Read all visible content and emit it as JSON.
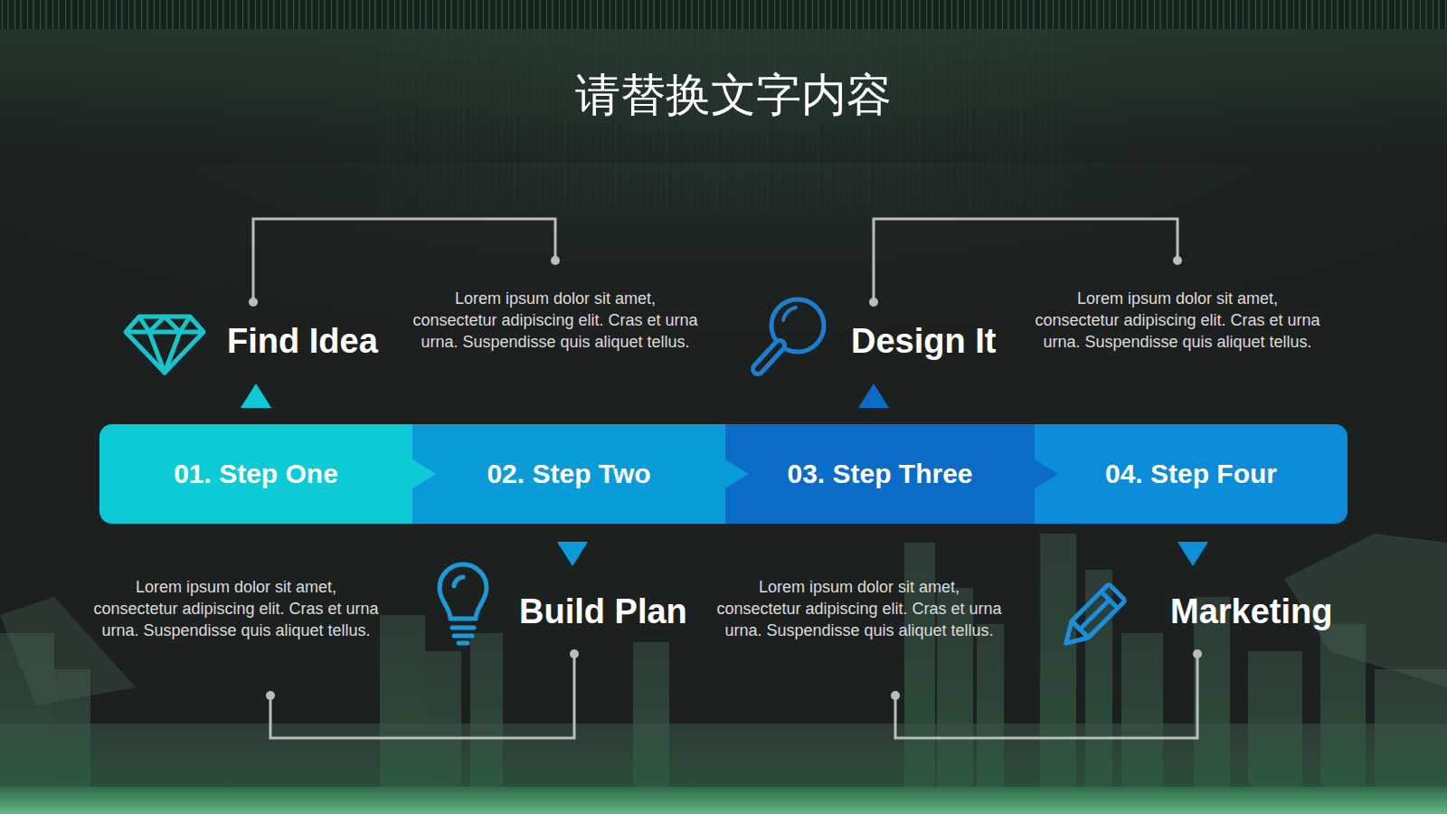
{
  "diagram": {
    "title": "请替换文字内容",
    "nodes": [
      {
        "text": [
          "01. Step One"
        ]
      },
      {
        "text": [
          "02. Step Two"
        ]
      },
      {
        "text": [
          "03. Step Three"
        ]
      },
      {
        "text": [
          "04. Step Four"
        ]
      }
    ],
    "labels": [
      "Find Idea",
      "Lorem ipsum dolor sit amet, consectetur adipiscing elit. Cras et urna urna. Suspendisse quis aliquet tellus.",
      "Design It",
      "Lorem ipsum dolor sit amet, consectetur adipiscing elit. Cras et urna urna. Suspendisse quis aliquet tellus.",
      "Lorem ipsum dolor sit amet, consectetur adipiscing elit. Cras et urna urna. Suspendisse quis aliquet tellus.",
      "Build Plan",
      "Lorem ipsum dolor sit amet, consectetur adipiscing elit. Cras et urna urna. Suspendisse quis aliquet tellus.",
      "Marketing"
    ]
  }
}
